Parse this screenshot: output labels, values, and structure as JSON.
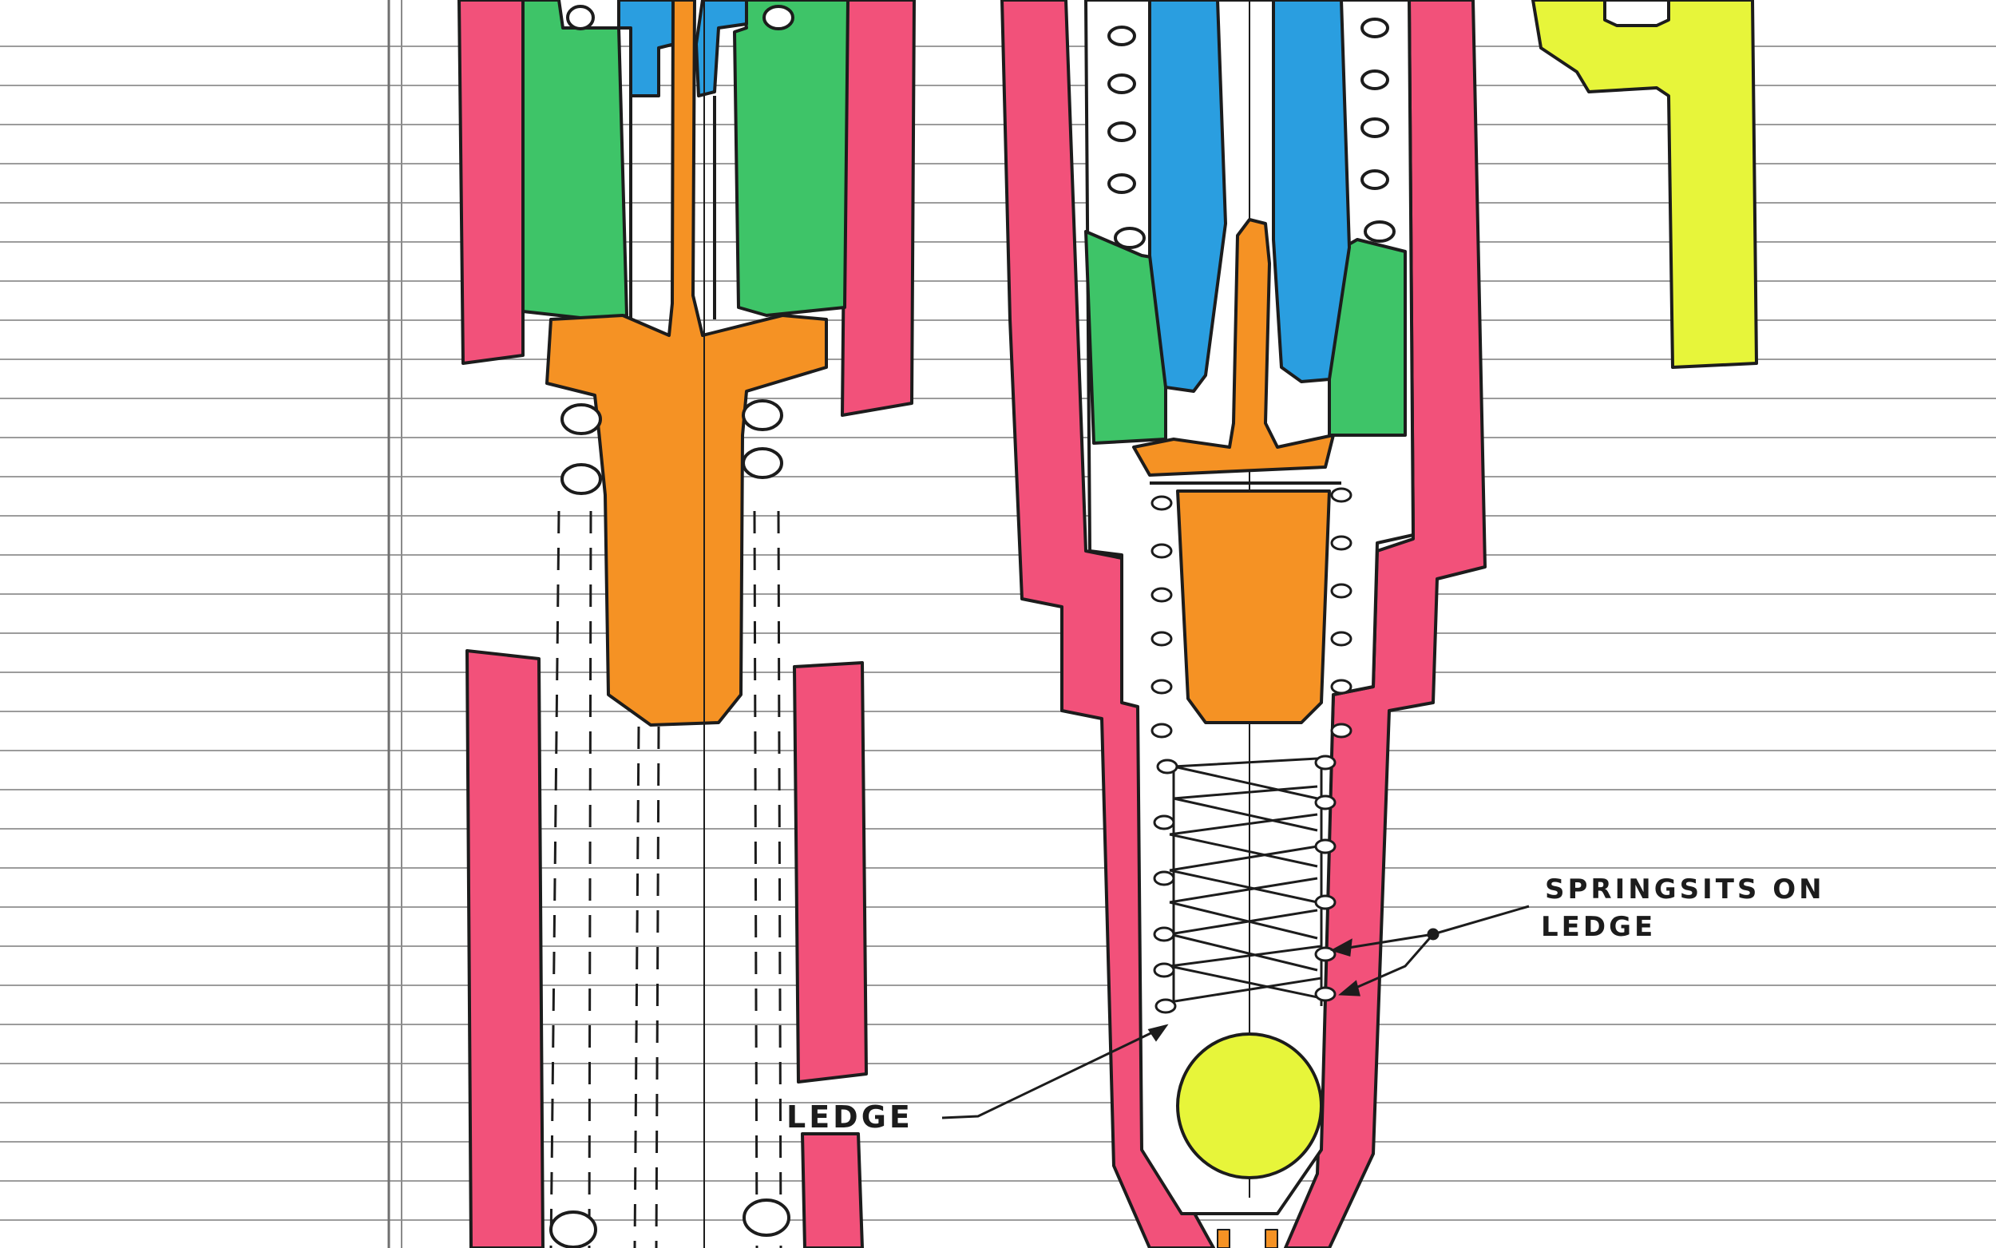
{
  "colors": {
    "paper": "#ffffff",
    "rule_line": "#9c9c9c",
    "margin_line": "#6f6f6f",
    "ink": "#1c1c1c",
    "pink": "#f2517a",
    "green": "#3ec468",
    "blue": "#2a9ee0",
    "orange": "#f59224",
    "yellow": "#e7f53a"
  },
  "annotations": {
    "springs_sit_line1": "SPRINGSITS ON",
    "springs_sit_line2": "LEDGE",
    "ledge": "LEDGE"
  }
}
